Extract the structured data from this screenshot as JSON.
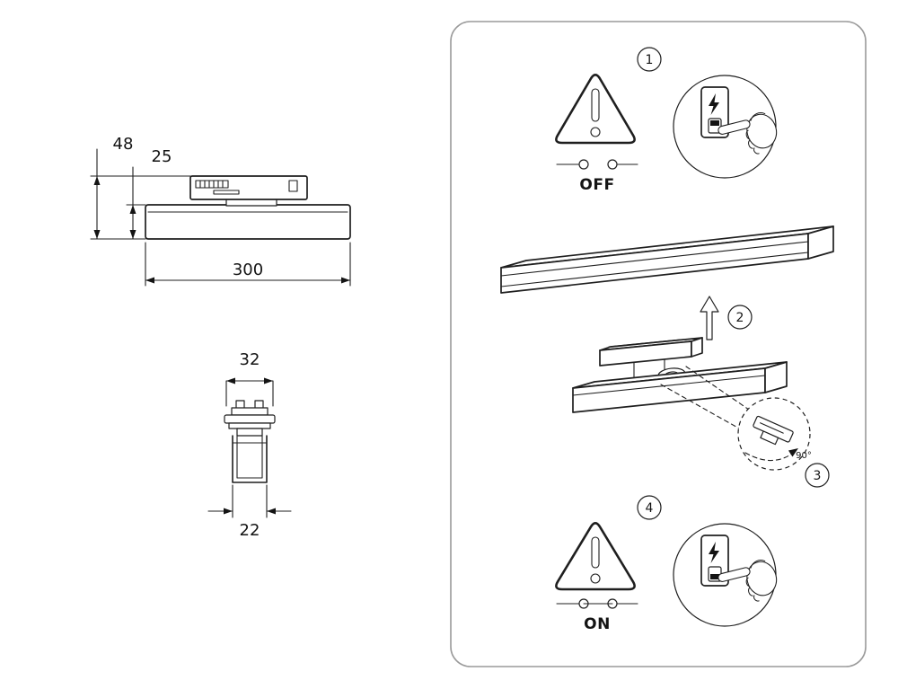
{
  "colors": {
    "line": "#1f1f1f",
    "panel_border": "#9a9a9a"
  },
  "drawings": {
    "side_view": {
      "dim_height_total": "48",
      "dim_height_body": "25",
      "dim_width": "300"
    },
    "adapter_front_view": {
      "dim_width_top": "32",
      "dim_width_bottom": "22"
    }
  },
  "instructions": {
    "step1": {
      "number": "1",
      "power_label": "OFF"
    },
    "step2": {
      "number": "2"
    },
    "step3": {
      "number": "3",
      "rotation_label": "90°"
    },
    "step4": {
      "number": "4",
      "power_label": "ON"
    }
  }
}
